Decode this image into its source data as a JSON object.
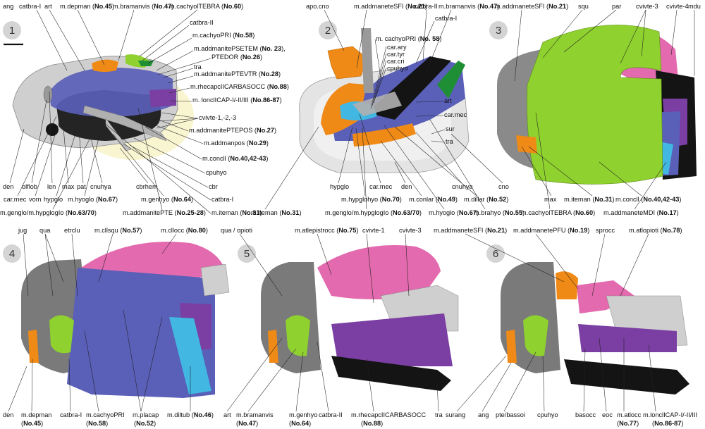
{
  "colors": {
    "bone_dark": "#6f6f6f",
    "bone_mid": "#9a9a9a",
    "bone_light": "#cfcfcf",
    "cartilage": "#e4e4e4",
    "black": "#141414",
    "blue": "#5a5fb8",
    "blue_dark": "#3f43a0",
    "cyan": "#41b7e2",
    "green": "#8fd12e",
    "green_dark": "#1f8f35",
    "pink": "#e36aae",
    "purple": "#7b3fa3",
    "orange": "#f08a17",
    "halo": "#f7f1c2"
  },
  "panels": [
    {
      "number": "1",
      "labels": [
        {
          "id": "p1-ang",
          "text": "ang"
        },
        {
          "id": "p1-catbra1",
          "text": "catbra-I"
        },
        {
          "id": "p1-art",
          "text": "art"
        },
        {
          "id": "p1-depman",
          "text": "m.depman (",
          "num": "No.45",
          ")": ")"
        },
        {
          "id": "p1-bramanvis",
          "text": "m.bramanvis (",
          "num": "No.47",
          ")": ")"
        },
        {
          "id": "p1-cachyoltebra",
          "text": "m.cachyolTEBRA (",
          "num": "No.60",
          ")": ")"
        },
        {
          "id": "p1-catbra2",
          "text": "catbra-II"
        },
        {
          "id": "p1-cachyopri",
          "text": "m.cachyoPRI (",
          "num": "No.58",
          ")": ")"
        },
        {
          "id": "p1-psetem",
          "text": "m.addmanitePSETEM (",
          "num": "No. 23",
          ")": "),"
        },
        {
          "id": "p1-ptedor",
          "text": "PTEDOR (",
          "num": "No.26",
          ")": ")"
        },
        {
          "id": "p1-tra",
          "text": "tra"
        },
        {
          "id": "p1-ptevtr",
          "text": "m.addmanitePTEVTR (",
          "num": "No.28",
          ")": ")"
        },
        {
          "id": "p1-rhecap",
          "text": "m.rhecapcIICARBASOCC (",
          "num": "No.88",
          ")": ")"
        },
        {
          "id": "p1-lonclicap",
          "text": "m. lonclICAP-I/-II/III (",
          "num": "No.86-87",
          ")": ")"
        },
        {
          "id": "p1-cvivte",
          "text": "cvivte-1,-2,-3"
        },
        {
          "id": "p1-ptepos",
          "text": "m.addmanitePTEPOS (",
          "num": "No.27",
          ")": ")"
        },
        {
          "id": "p1-addmanpos",
          "text": "m.addmanpos (",
          "num": "No.29",
          ")": ")"
        },
        {
          "id": "p1-concll",
          "text": "m.concll (",
          "num": "No.40,42-43",
          ")": ")"
        },
        {
          "id": "p1-cpuhyo",
          "text": "cpuhyo"
        },
        {
          "id": "p1-cbr",
          "text": "cbr"
        },
        {
          "id": "p1-catbra1b",
          "text": "catbra-I"
        },
        {
          "id": "p1-iteman",
          "text": "m.iteman (",
          "num": "No.31",
          ")": ")"
        },
        {
          "id": "p1-pte",
          "text": "m.addmanitePTE (",
          "num": "No.25-28",
          ")": ")"
        },
        {
          "id": "p1-genhyo",
          "text": "m.genhyo (",
          "num": "No.64",
          ")": ")"
        },
        {
          "id": "p1-cbrhem",
          "text": "cbrhem"
        },
        {
          "id": "p1-genglo",
          "text": "m.genglo/m.hypglogIo (",
          "num": "No.63/70",
          ")": ")"
        },
        {
          "id": "p1-hyoglo",
          "text": "m.hyoglo (",
          "num": "No.67",
          ")": ")"
        },
        {
          "id": "p1-den",
          "text": "den"
        },
        {
          "id": "p1-olflob",
          "text": "olflob"
        },
        {
          "id": "p1-len",
          "text": "len"
        },
        {
          "id": "p1-max",
          "text": "max"
        },
        {
          "id": "p1-pat",
          "text": "pat"
        },
        {
          "id": "p1-cnuhya",
          "text": "cnuhya"
        },
        {
          "id": "p1-carmec",
          "text": "car.mec"
        },
        {
          "id": "p1-vom",
          "text": "vom"
        },
        {
          "id": "p1-hypglo",
          "text": "hypglo"
        }
      ]
    },
    {
      "number": "2",
      "labels": [
        {
          "id": "p2-apocno",
          "text": "apo.cno"
        },
        {
          "id": "p2-sfi",
          "text": "m.addmaneteSFI (",
          "num": "No.21",
          ")": ")"
        },
        {
          "id": "p2-catbra2",
          "text": "catbra-II"
        },
        {
          "id": "p2-bramanvis",
          "text": "m.bramanvis (",
          "num": "No.47",
          ")": ")"
        },
        {
          "id": "p2-catbra1",
          "text": "catbra-I"
        },
        {
          "id": "p2-cachyopri",
          "text": "m. cachyoPRI (",
          "num": "No. 58",
          ")": ")"
        },
        {
          "id": "p2-carary",
          "text": "car.ary"
        },
        {
          "id": "p2-cartyr",
          "text": "car.tyr"
        },
        {
          "id": "p2-carcri",
          "text": "car.cri"
        },
        {
          "id": "p2-cpuhyo",
          "text": "cpuhyo"
        },
        {
          "id": "p2-art",
          "text": "art"
        },
        {
          "id": "p2-carmec",
          "text": "car.mec"
        },
        {
          "id": "p2-sur",
          "text": "sur"
        },
        {
          "id": "p2-tra",
          "text": "tra"
        },
        {
          "id": "p2-hypglo",
          "text": "hypglo"
        },
        {
          "id": "p2-carmec2",
          "text": "car.mec"
        },
        {
          "id": "p2-den",
          "text": "den"
        },
        {
          "id": "p2-cnuhya",
          "text": "cnuhya"
        },
        {
          "id": "p2-cno",
          "text": "cno"
        },
        {
          "id": "p2-hypglohyo",
          "text": "m.hypglohyo (",
          "num": "No.70",
          ")": ")"
        },
        {
          "id": "p2-conlar",
          "text": "m.conlar (",
          "num": "No.49",
          ")": ")"
        },
        {
          "id": "p2-dillar",
          "text": "m.dillar (",
          "num": "No.52",
          ")": ")"
        },
        {
          "id": "p2-genglo",
          "text": "m.genglo/m.hypglogIo (",
          "num": "No.63/70",
          ")": ")"
        },
        {
          "id": "p2-hyoglo",
          "text": "m.hyoglo (",
          "num": "No.67",
          ")": ")"
        },
        {
          "id": "p2-brahyo",
          "text": "m.brahyo (",
          "num": "No.55",
          ")": ")"
        },
        {
          "id": "p2-iteman",
          "text": "m.iteman (",
          "num": "No.31",
          ")": ")"
        }
      ]
    },
    {
      "number": "3",
      "labels": [
        {
          "id": "p3-sfi",
          "text": "m.addmaneteSFI (",
          "num": "No.21",
          ")": ")"
        },
        {
          "id": "p3-squ",
          "text": "squ"
        },
        {
          "id": "p3-par",
          "text": "par"
        },
        {
          "id": "p3-cvivte3",
          "text": "cvivte-3"
        },
        {
          "id": "p3-cvivte4",
          "text": "cvivte-4"
        },
        {
          "id": "p3-mdu",
          "text": "mdu"
        },
        {
          "id": "p3-max",
          "text": "max"
        },
        {
          "id": "p3-iteman",
          "text": "m.iteman (",
          "num": "No.31",
          ")": ")"
        },
        {
          "id": "p3-concll",
          "text": "m.concll (",
          "num": "No.40,42-43",
          ")": ")"
        },
        {
          "id": "p3-cachyoltebra",
          "text": "m.cachyolTEBRA (",
          "num": "No.60",
          ")": ")"
        },
        {
          "id": "p3-mdi",
          "text": "m.addmaneteMDI (",
          "num": "No.17",
          ")": ")"
        }
      ]
    },
    {
      "number": "4",
      "labels": [
        {
          "id": "p4-jug",
          "text": "jug"
        },
        {
          "id": "p4-qua",
          "text": "qua"
        },
        {
          "id": "p4-etrclu",
          "text": "etrclu"
        },
        {
          "id": "p4-cllsqu",
          "text": "m.cllsqu (",
          "num": "No.57",
          ")": ")"
        },
        {
          "id": "p4-cllocc",
          "text": "m.cllocc (",
          "num": "No.80",
          ")": ")"
        },
        {
          "id": "p4-den",
          "text": "den"
        },
        {
          "id": "p4-depman",
          "text": "m.depman"
        },
        {
          "id": "p4-depman-n",
          "text": "(",
          "num": "No.45",
          ")": ")"
        },
        {
          "id": "p4-catbra1",
          "text": "catbra-I"
        },
        {
          "id": "p4-cachyopri",
          "text": "m.cachyoPRI"
        },
        {
          "id": "p4-cachyopri-n",
          "text": "(",
          "num": "No.58",
          ")": ")"
        },
        {
          "id": "p4-placap",
          "text": "m.placap"
        },
        {
          "id": "p4-placap-n",
          "text": "(",
          "num": "No.52",
          ")": ")"
        },
        {
          "id": "p4-diltub",
          "text": "m.diltub (",
          "num": "No.46",
          ")": ")"
        }
      ]
    },
    {
      "number": "5",
      "labels": [
        {
          "id": "p5-qua",
          "text": "qua / opioti"
        },
        {
          "id": "p5-atlepistrocc",
          "text": "m.atlepistrocc (",
          "num": "No.75",
          ")": ")"
        },
        {
          "id": "p5-cvivte1",
          "text": "cvivte-1"
        },
        {
          "id": "p5-cvivte3",
          "text": "cvivte-3"
        },
        {
          "id": "p5-art",
          "text": "art"
        },
        {
          "id": "p5-bramanvis",
          "text": "m.bramanvis"
        },
        {
          "id": "p5-bramanvis-n",
          "text": "(",
          "num": "No.47",
          ")": ")"
        },
        {
          "id": "p5-genhyo",
          "text": "m.genhyo"
        },
        {
          "id": "p5-genhyo-n",
          "text": "(",
          "num": "No.64",
          ")": ")"
        },
        {
          "id": "p5-catbra2",
          "text": "catbra-II"
        },
        {
          "id": "p5-rhecap",
          "text": "m.rhecapcIICARBASOCC"
        },
        {
          "id": "p5-rhecap-n",
          "text": "(",
          "num": "No.88",
          ")": ")"
        },
        {
          "id": "p5-tra",
          "text": "tra"
        }
      ]
    },
    {
      "number": "6",
      "labels": [
        {
          "id": "p6-sfi",
          "text": "m.addmaneteSFI (",
          "num": "No.21",
          ")": ")"
        },
        {
          "id": "p6-pfu",
          "text": "m.addmanetePFU (",
          "num": "No.19",
          ")": ")"
        },
        {
          "id": "p6-sprocc",
          "text": "sprocc"
        },
        {
          "id": "p6-atlopioti",
          "text": "m.atlopioti (",
          "num": "No.78",
          ")": ")"
        },
        {
          "id": "p6-surang",
          "text": "surang"
        },
        {
          "id": "p6-ang",
          "text": "ang"
        },
        {
          "id": "p6-ptebassoi",
          "text": "pte/bassoi"
        },
        {
          "id": "p6-cpuhyo",
          "text": "cpuhyo"
        },
        {
          "id": "p6-basocc",
          "text": "basocc"
        },
        {
          "id": "p6-eoc",
          "text": "eoc"
        },
        {
          "id": "p6-atlocc",
          "text": "m.atlocc"
        },
        {
          "id": "p6-atlocc-n",
          "text": "(",
          "num": "No.77",
          ")": ")"
        },
        {
          "id": "p6-lonclicap",
          "text": "m.lonclICAP-I/-II/III"
        },
        {
          "id": "p6-lonclicap-n",
          "text": "(",
          "num": "No.86-87",
          ")": ")"
        }
      ]
    }
  ]
}
